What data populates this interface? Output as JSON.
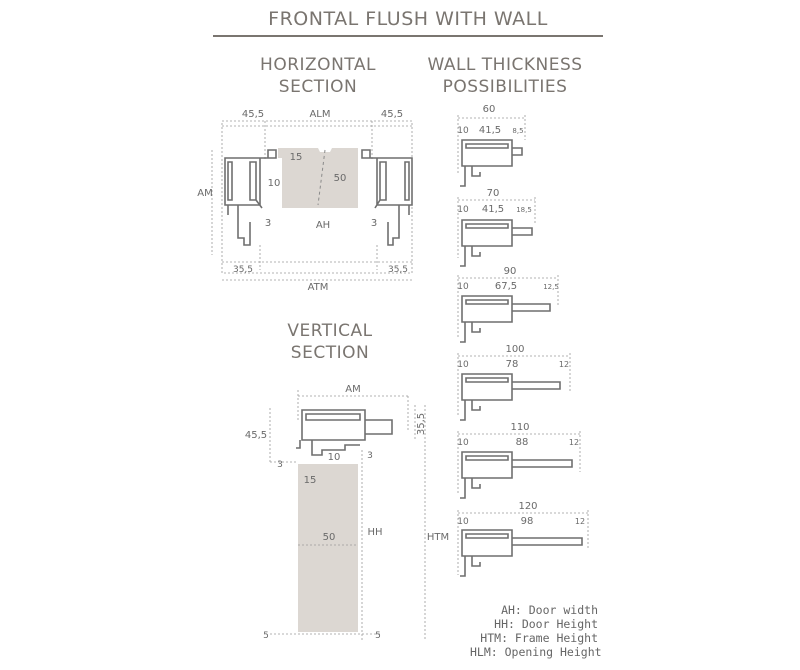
{
  "title": "FRONTAL FLUSH WITH WALL",
  "horizontal_section": {
    "title_line1": "HORIZONTAL",
    "title_line2": "SECTION",
    "dims": {
      "top_left": "45,5",
      "top_mid": "ALM",
      "top_right": "45,5",
      "side": "AM",
      "d15": "15",
      "d10": "10",
      "d50": "50",
      "d3_left": "3",
      "ah": "AH",
      "d3_right": "3",
      "bot_left": "35,5",
      "bot_right": "35,5",
      "atm": "ATM"
    }
  },
  "vertical_section": {
    "title_line1": "VERTICAL",
    "title_line2": "SECTION",
    "dims": {
      "am": "AM",
      "d45": "45,5",
      "d35": "35,5",
      "d3a": "3",
      "d10": "10",
      "d3b": "3",
      "d15": "15",
      "d50": "50",
      "hh": "HH",
      "htm": "HTM",
      "d5a": "5",
      "d5b": "5"
    }
  },
  "wall_thickness": {
    "title_line1": "WALL THICKNESS",
    "title_line2": "POSSIBILITIES",
    "profiles": [
      {
        "total": "60",
        "left": "10",
        "mid": "41,5",
        "right": "8,5"
      },
      {
        "total": "70",
        "left": "10",
        "mid": "41,5",
        "right": "18,5"
      },
      {
        "total": "90",
        "left": "10",
        "mid": "67,5",
        "right": "12,5"
      },
      {
        "total": "100",
        "left": "10",
        "mid": "78",
        "right": "12"
      },
      {
        "total": "110",
        "left": "10",
        "mid": "88",
        "right": "12"
      },
      {
        "total": "120",
        "left": "10",
        "mid": "98",
        "right": "12"
      }
    ]
  },
  "legend": [
    "AH: Door width",
    "HH: Door Height",
    "HTM: Frame Height",
    "HLM: Opening Height"
  ]
}
